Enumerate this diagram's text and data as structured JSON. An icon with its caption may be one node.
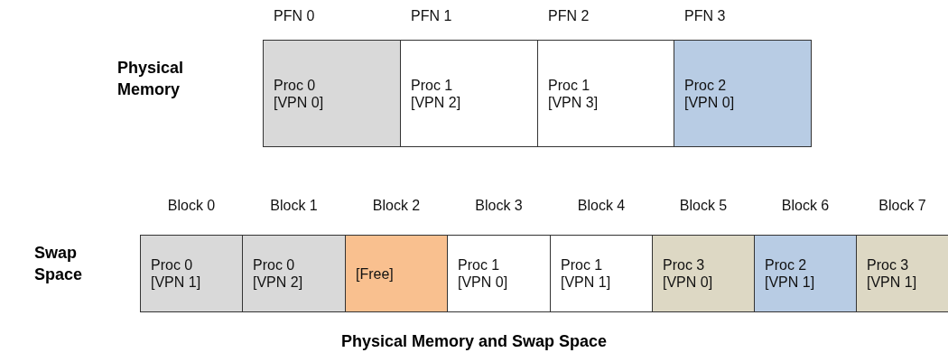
{
  "diagram": {
    "caption": "Physical Memory and Swap Space",
    "nodes": [
      {
        "text": [
          "Proc 0 [VPN 0]"
        ],
        "beside": [
          "PFN 0"
        ]
      },
      {
        "text": [
          "Proc 1 [VPN 2]"
        ],
        "beside": [
          "PFN 1"
        ]
      },
      {
        "text": [
          "Proc 1 [VPN 3]"
        ],
        "beside": [
          "PFN 2"
        ]
      },
      {
        "text": [
          "Proc 2 [VPN 0]"
        ],
        "beside": [
          "PFN 3"
        ]
      },
      {
        "text": [
          "Proc 0 [VPN 1]"
        ],
        "beside": [
          "Block 0"
        ]
      },
      {
        "text": [
          "Proc 0 [VPN 2]"
        ],
        "beside": [
          "Block 1"
        ]
      },
      {
        "text": [
          "[Free]"
        ],
        "beside": [
          "Block 2"
        ]
      },
      {
        "text": [
          "Proc 1 [VPN 0]"
        ],
        "beside": [
          "Block 3"
        ]
      },
      {
        "text": [
          "Proc 1 [VPN 1]"
        ],
        "beside": [
          "Block 4"
        ]
      },
      {
        "text": [
          "Proc 3 [VPN 0]"
        ],
        "beside": [
          "Block 5"
        ]
      },
      {
        "text": [
          "Proc 2 [VPN 1]"
        ],
        "beside": [
          "Block 6"
        ]
      },
      {
        "text": [
          "Proc 3 [VPN 1]"
        ],
        "beside": [
          "Block 7"
        ]
      }
    ],
    "labels": [
      "Physical Memory",
      "Swap Space"
    ]
  }
}
